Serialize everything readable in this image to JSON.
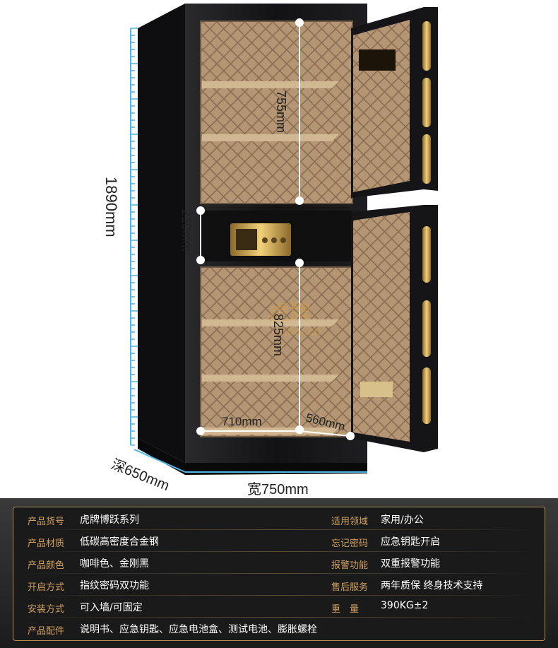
{
  "dimensions": {
    "height": "1890mm",
    "top_inner_height": "755mm",
    "drawer_height": "210mm",
    "bottom_inner_height": "825mm",
    "inner_width": "710mm",
    "inner_depth": "560mm",
    "depth": "深650mm",
    "width": "宽750mm"
  },
  "watermark": {
    "brand": "虎牌",
    "site": "hpai.cn"
  },
  "specs": {
    "left": [
      {
        "label": "产品货号",
        "value": "虎牌博跃系列"
      },
      {
        "label": "产品材质",
        "value": "低碳高密度合金钢"
      },
      {
        "label": "产品颜色",
        "value": "咖啡色、金刚黑"
      },
      {
        "label": "开启方式",
        "value": "指纹密码双功能"
      },
      {
        "label": "安装方式",
        "value": "可入墙/可固定"
      },
      {
        "label": "产品配件",
        "value": "说明书、应急钥匙、应急电池盒、测试电池、膨胀螺栓"
      }
    ],
    "right": [
      {
        "label": "适用领域",
        "value": "家用/办公"
      },
      {
        "label": "忘记密码",
        "value": "应急钥匙开启"
      },
      {
        "label": "报警功能",
        "value": "双重报警功能"
      },
      {
        "label": "售后服务",
        "value": "两年质保 终身技术支持"
      },
      {
        "label": "重　量",
        "value": "390KG±2"
      }
    ]
  },
  "colors": {
    "accent_gold": "#d0a060",
    "panel_bg": "#1a1a1a",
    "dimension_blue": "#4fb4e6",
    "safe_body": "#1c1c1e",
    "interior_quilt": "#b89a78"
  }
}
